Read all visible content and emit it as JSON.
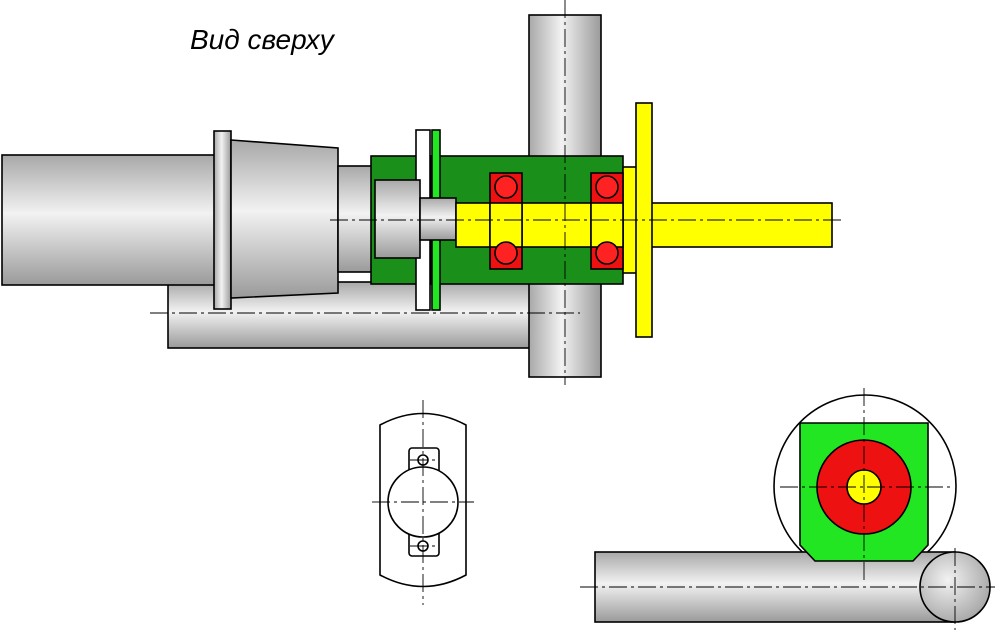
{
  "drawing": {
    "title": "Вид сверху",
    "colors": {
      "background": "#ffffff",
      "outline": "#000000",
      "housing_green": "#1a8f1a",
      "end_view_green": "#22e622",
      "bearing_red": "#ee1111",
      "shaft_yellow": "#ffff00",
      "pipe_gray": "#bdbdbd",
      "bearing_ball": "#ff2222"
    },
    "views": [
      "top-view-assembly",
      "flange-detail-view",
      "side-end-view"
    ]
  }
}
